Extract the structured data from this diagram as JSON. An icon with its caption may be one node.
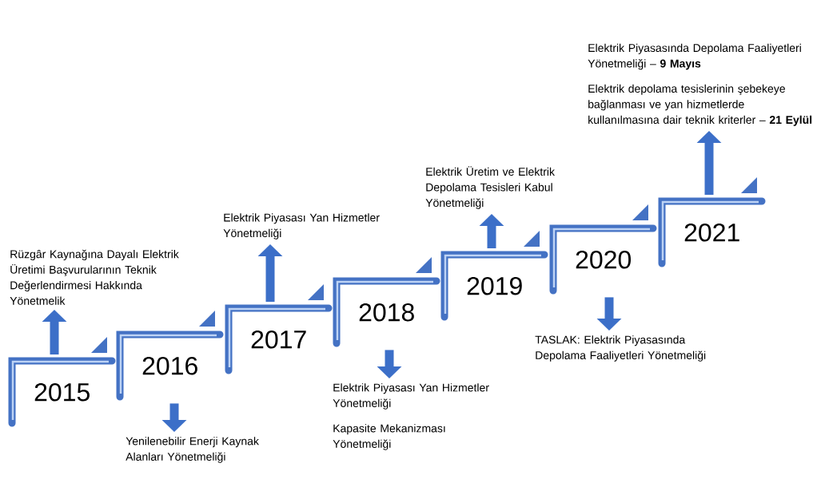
{
  "diagram": {
    "nodes": [
      {
        "text": [
          "2015"
        ]
      },
      {
        "text": [
          "2016"
        ]
      },
      {
        "text": [
          "2017"
        ]
      },
      {
        "text": [
          "2018"
        ]
      },
      {
        "text": [
          "2019"
        ]
      },
      {
        "text": [
          "2020"
        ]
      },
      {
        "text": [
          "2021"
        ]
      },
      {
        "text": [
          "Rüzgâr Kaynağına Dayalı Elektrik Üretimi Başvurularının Teknik Değerlendirmesi Hakkında Yönetmelik"
        ]
      },
      {
        "text": [
          "Yenilenebilir Enerji Kaynak Alanları Yönetmeliği"
        ]
      },
      {
        "text": [
          "Elektrik Piyasası Yan Hizmetler Yönetmeliği"
        ]
      },
      {
        "text": [
          "Elektrik Piyasası Yan Hizmetler Yönetmeliği",
          "Kapasite Mekanizması Yönetmeliği"
        ]
      },
      {
        "text": [
          "Elektrik Üretim ve Elektrik Depolama Tesisleri Kabul Yönetmeliği"
        ]
      },
      {
        "text": [
          "TASLAK: Elektrik Piyasasında Depolama Faaliyetleri Yönetmeliği"
        ]
      },
      {
        "text": [
          "Elektrik Piyasasında Depolama Faaliyetleri Yönetmeliği – **9 Mayıs**",
          "Elektrik depolama tesislerinin şebekeye bağlanması ve yan hizmetlerde kullanılmasına dair teknik kriterler – **21 Eylül**"
        ]
      }
    ],
    "edges": [
      {
        "from": 0,
        "to": 7,
        "arrow": "to"
      },
      {
        "from": 1,
        "to": 8,
        "arrow": "to"
      },
      {
        "from": 2,
        "to": 9,
        "arrow": "to"
      },
      {
        "from": 3,
        "to": 10,
        "arrow": "to"
      },
      {
        "from": 4,
        "to": 11,
        "arrow": "to"
      },
      {
        "from": 5,
        "to": 12,
        "arrow": "to"
      },
      {
        "from": 6,
        "to": 13,
        "arrow": "to"
      }
    ]
  }
}
